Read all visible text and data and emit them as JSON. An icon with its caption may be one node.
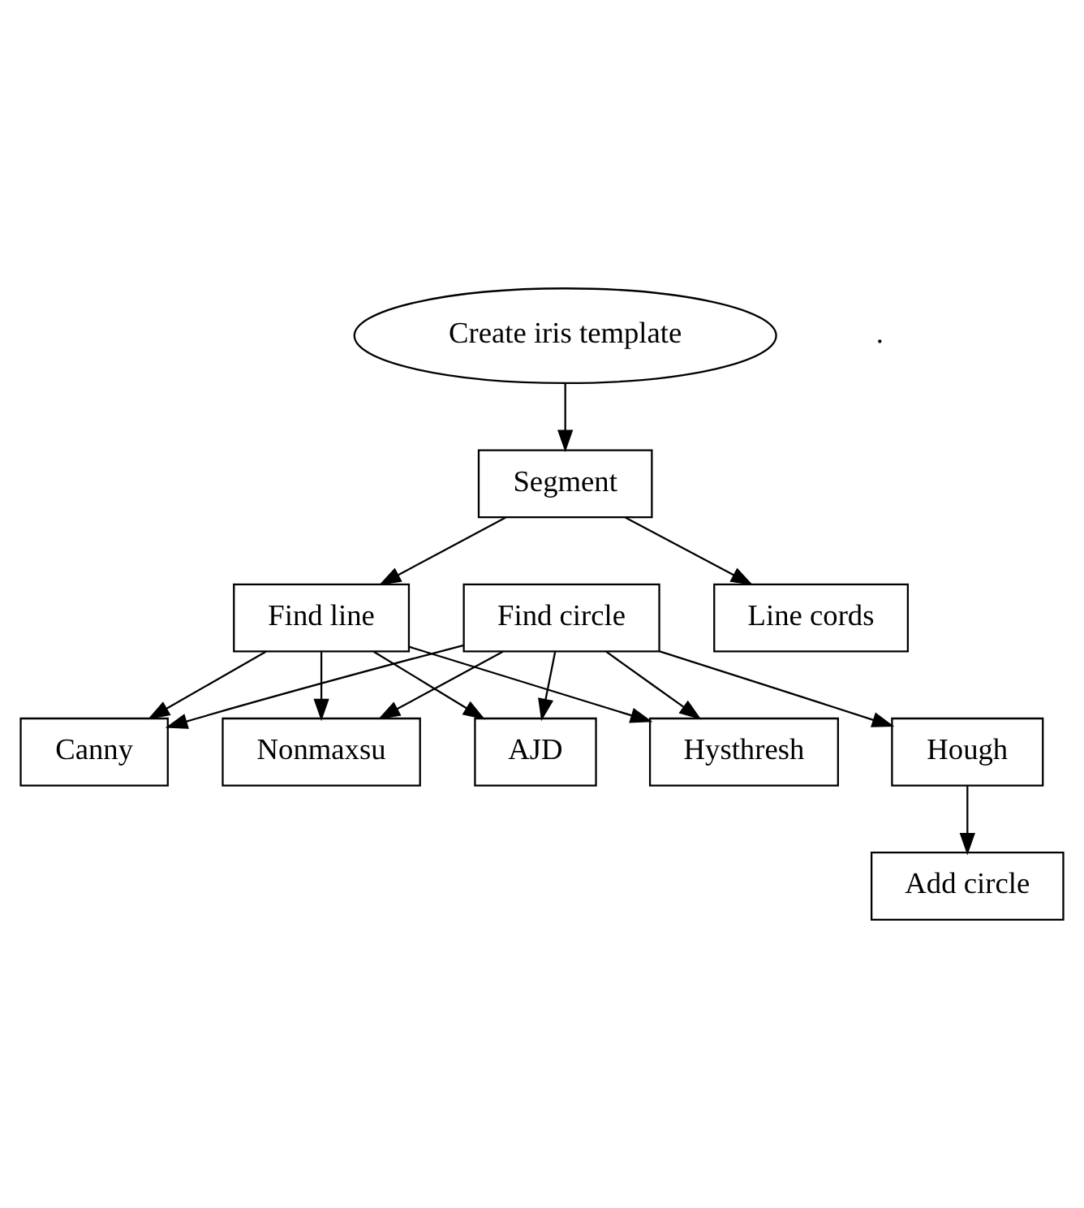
{
  "diagram": {
    "nodes": [
      {
        "text": [
          "Create iris template"
        ]
      },
      {
        "text": [
          "Segment"
        ]
      },
      {
        "text": [
          "Line cords"
        ]
      },
      {
        "text": [
          "Find circle"
        ]
      },
      {
        "text": [
          "Find line"
        ]
      },
      {
        "text": [
          "Hough"
        ]
      },
      {
        "text": [
          "Nonmaxsu"
        ]
      },
      {
        "text": [
          "AJD"
        ]
      },
      {
        "text": [
          "Hysthresh"
        ]
      },
      {
        "text": [
          "Add circle"
        ]
      },
      {
        "text": [
          "Canny"
        ]
      }
    ],
    "edges": [
      {
        "from": 0,
        "to": 1,
        "arrow": "to"
      },
      {
        "from": 1,
        "to": 2,
        "arrow": "to"
      },
      {
        "from": 1,
        "to": 4,
        "arrow": "to"
      },
      {
        "from": 3,
        "to": 5,
        "arrow": "to"
      },
      {
        "from": 5,
        "to": 9,
        "arrow": "to"
      },
      {
        "from": 3,
        "to": 6,
        "arrow": "to"
      },
      {
        "from": 3,
        "to": 7,
        "arrow": "to"
      },
      {
        "from": 3,
        "to": 8,
        "arrow": "to"
      },
      {
        "from": 3,
        "to": 10,
        "arrow": "to"
      },
      {
        "from": 4,
        "to": 6,
        "arrow": "to"
      },
      {
        "from": 4,
        "to": 7,
        "arrow": "to"
      },
      {
        "from": 4,
        "to": 8,
        "arrow": "to"
      },
      {
        "from": 4,
        "to": 10,
        "arrow": "to"
      }
    ],
    "labels": [
      "."
    ]
  }
}
